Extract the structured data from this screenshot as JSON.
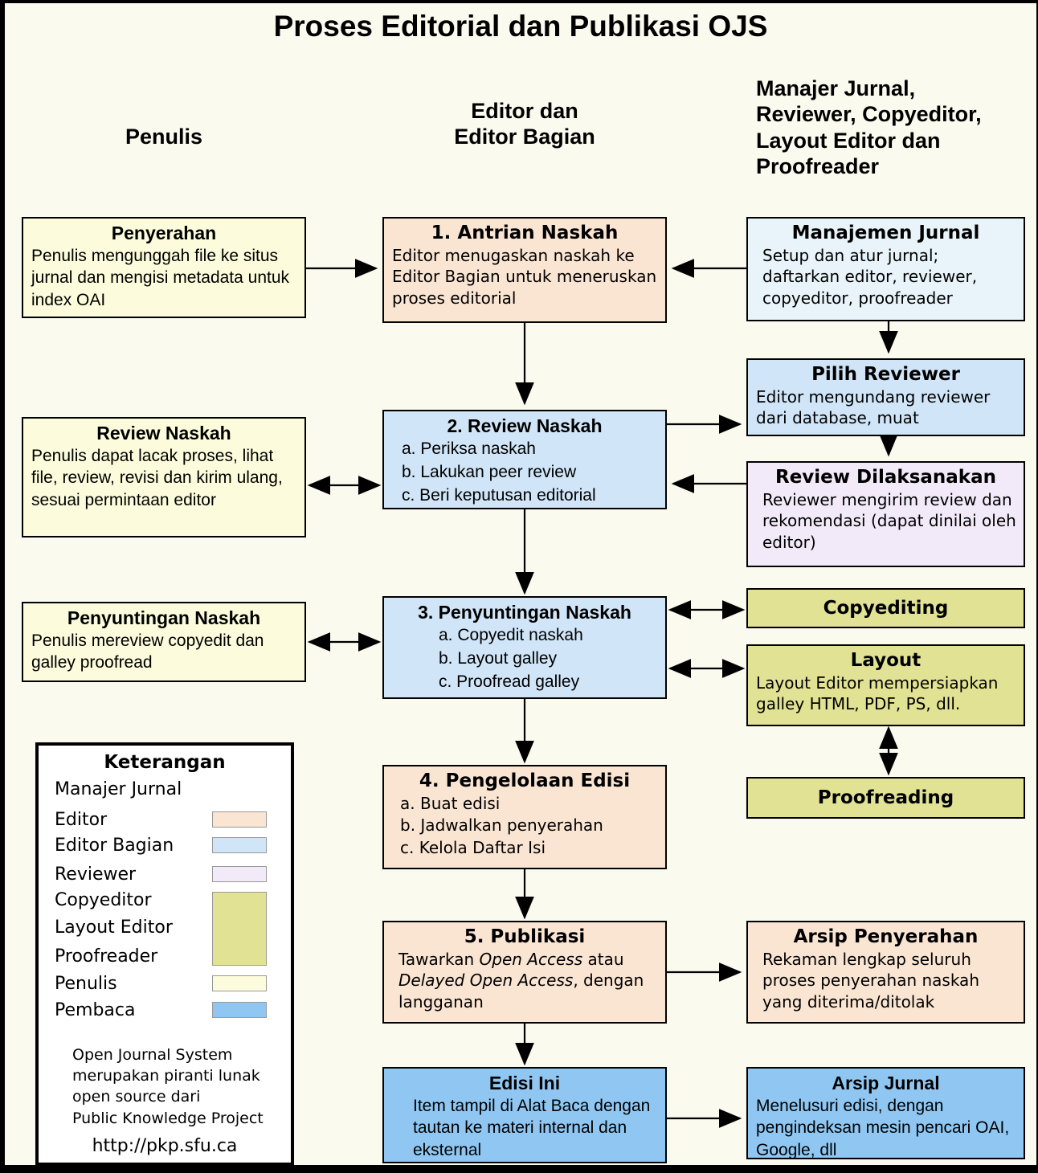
{
  "title": "Proses Editorial dan Publikasi OJS",
  "headers": {
    "penulis": "Penulis",
    "editor": "Editor dan\nEditor Bagian",
    "manajer": "Manajer Jurnal,\nReviewer, Copyeditor,\nLayout Editor dan\nProofreader"
  },
  "colors": {
    "background": "#FAFAEE",
    "editor": "#FAE5D3",
    "editor_bagian": "#D0E5F7",
    "manajer_jurnal": "#E8F4FA",
    "reviewer": "#F2EAF9",
    "copyeditor_layout_proofreader": "#E1E294",
    "penulis": "#FCFCDC",
    "pembaca": "#8FC7F2",
    "legend_background": "#FFFFFF",
    "line": "#000000"
  },
  "boxes": {
    "penyerahan": {
      "title": "Penyerahan",
      "body": "Penulis mengunggah file ke situs jurnal dan mengisi metadata untuk index OAI"
    },
    "antrian": {
      "title": "1. Antrian Naskah",
      "body": "Editor menugaskan naskah ke Editor Bagian untuk meneruskan proses editorial"
    },
    "manajemen": {
      "title": "Manajemen Jurnal",
      "body": "Setup dan atur jurnal; daftarkan editor, reviewer, copyeditor, proofreader"
    },
    "pilih_reviewer": {
      "title": "Pilih Reviewer",
      "body": "Editor mengundang reviewer dari database, muat"
    },
    "review_naskah_penulis": {
      "title": "Review Naskah",
      "body": "Penulis dapat lacak proses, lihat file, review, revisi dan kirim ulang, sesuai permintaan editor"
    },
    "review_naskah": {
      "title": "2. Review Naskah",
      "items": [
        "a. Periksa naskah",
        "b. Lakukan peer review",
        "c. Beri keputusan editorial"
      ]
    },
    "review_dilaksanakan": {
      "title": "Review Dilaksanakan",
      "body": "Reviewer mengirim review dan rekomendasi (dapat dinilai oleh editor)"
    },
    "penyuntingan_penulis": {
      "title": "Penyuntingan Naskah",
      "body": "Penulis mereview copyedit dan galley proofread"
    },
    "penyuntingan": {
      "title": "3. Penyuntingan Naskah",
      "items": [
        "a. Copyedit naskah",
        "b. Layout galley",
        "c. Proofread galley"
      ]
    },
    "copyediting": {
      "title": "Copyediting"
    },
    "layout": {
      "title": "Layout",
      "body": "Layout Editor mempersiapkan galley HTML, PDF, PS, dll."
    },
    "proofreading": {
      "title": "Proofreading"
    },
    "pengelolaan": {
      "title": "4. Pengelolaan Edisi",
      "items": [
        "a. Buat edisi",
        "b. Jadwalkan penyerahan",
        "c. Kelola Daftar Isi"
      ]
    },
    "publikasi": {
      "title": "5. Publikasi",
      "body_parts": [
        {
          "text": "Tawarkan "
        },
        {
          "text": "Open Access",
          "italic": true
        },
        {
          "text": " atau "
        },
        {
          "text": "Delayed Open Access",
          "italic": true
        },
        {
          "text": ", dengan langganan"
        }
      ]
    },
    "arsip_penyerahan": {
      "title": "Arsip Penyerahan",
      "body": "Rekaman lengkap seluruh proses penyerahan naskah yang diterima/ditolak"
    },
    "edisi_ini": {
      "title": "Edisi Ini",
      "body": "Item tampil di Alat Baca dengan tautan ke materi internal dan eksternal"
    },
    "arsip_jurnal": {
      "title": "Arsip Jurnal",
      "body": "Menelusuri edisi, dengan pengindeksan mesin pencari OAI, Google, dll"
    }
  },
  "legend": {
    "title": "Keterangan",
    "entries": [
      {
        "label": "Manajer Jurnal"
      },
      {
        "label": "Editor"
      },
      {
        "label": "Editor Bagian"
      },
      {
        "label": "Reviewer"
      },
      {
        "label": "Copyeditor"
      },
      {
        "label": "Layout Editor"
      },
      {
        "label": "Proofreader"
      },
      {
        "label": "Penulis"
      },
      {
        "label": "Pembaca"
      }
    ],
    "footer": "Open Journal System\nmerupakan piranti lunak\nopen source dari\nPublic Knowledge Project",
    "url": "http://pkp.sfu.ca"
  }
}
